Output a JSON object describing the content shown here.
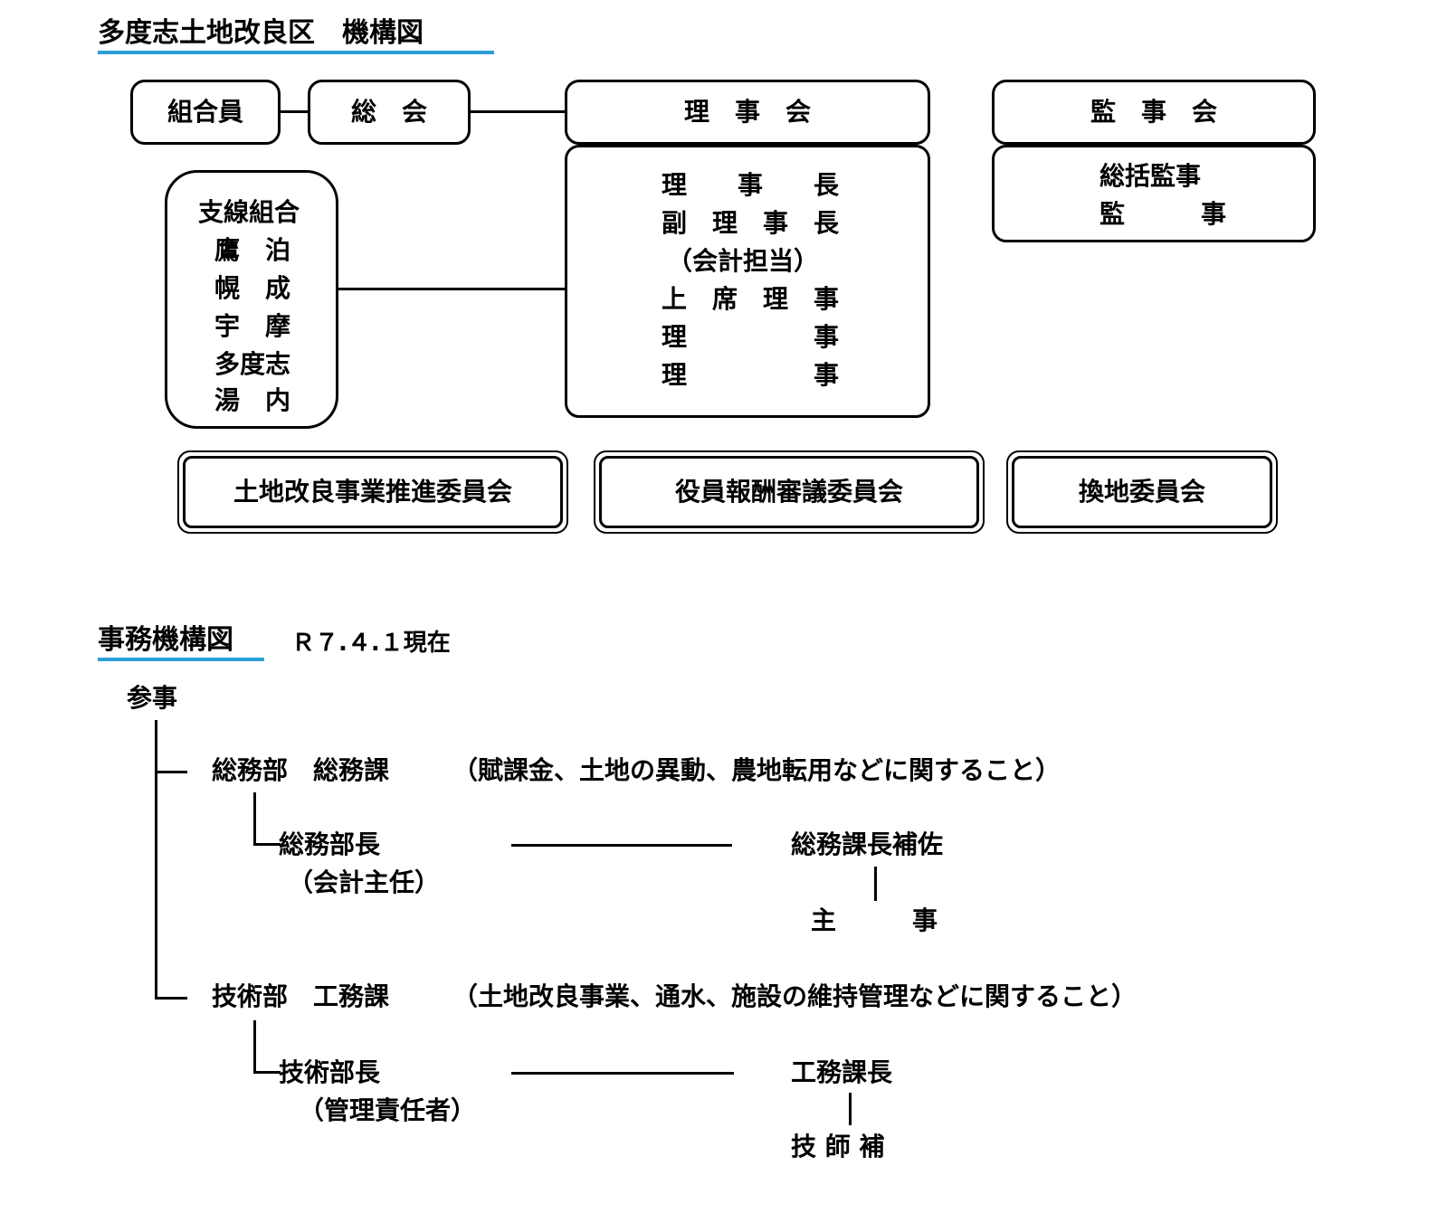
{
  "title_top": "多度志土地改良区　機構図",
  "boxes": {
    "kumiaiin": "組合員",
    "soukai": "総　会",
    "rijikai": "理　事　会",
    "kanjikai": "監　事　会",
    "board_members": [
      "理　　事　　長",
      "副　理　事　長",
      "（会計担当）",
      "上　席　理　事",
      "理　　　　　事",
      "理　　　　　事"
    ],
    "auditors": [
      "総括監事",
      "監　　　事"
    ],
    "branch_title": "支線組合",
    "branches": [
      "鷹　泊",
      "幌　成",
      "宇　摩",
      "多度志",
      "湯　内"
    ],
    "committees": [
      "土地改良事業推進委員会",
      "役員報酬審議委員会",
      "換地委員会"
    ]
  },
  "title_office": "事務機構図",
  "date_label": "Ｒ７.４.１現在",
  "office": {
    "top": "参事",
    "dept1": {
      "name": "総務部　総務課",
      "desc": "（賦課金、土地の異動、農地転用などに関すること）",
      "head": "総務部長",
      "head_note": "（会計主任）",
      "deputy": "総務課長補佐",
      "staff": "主　　　事"
    },
    "dept2": {
      "name": "技術部　工務課",
      "desc": "（土地改良事業、通水、施設の維持管理などに関すること）",
      "head": "技術部長",
      "head_note": "（管理責任者）",
      "deputy": "工務課長",
      "staff": "技 師 補"
    }
  }
}
